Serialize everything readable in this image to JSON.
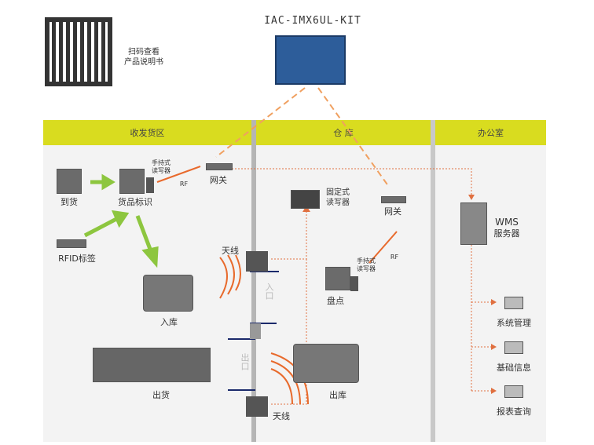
{
  "qr": {
    "caption_line1": "扫码查看",
    "caption_line2": "产品说明书"
  },
  "product": {
    "title": "IAC-IMX6UL-KIT"
  },
  "zones": [
    {
      "label": "收发货区"
    },
    {
      "label": "仓 库"
    },
    {
      "label": "办公室"
    }
  ],
  "receiving": {
    "arrival": "到货",
    "tagging": "货品标识",
    "rfid_tag": "RFID标签",
    "handheld_l1": "手持式",
    "handheld_l2": "读写器",
    "rf": "RF",
    "gateway": "网关",
    "antenna": "天线",
    "inbound": "入库",
    "shipping": "出货",
    "entrance": "入口",
    "exit": "出口"
  },
  "warehouse": {
    "fixed_l1": "固定式",
    "fixed_l2": "读写器",
    "gateway": "网关",
    "handheld_l1": "手持式",
    "handheld_l2": "读写器",
    "rf": "RF",
    "inventory": "盘点",
    "outbound": "出库",
    "antenna": "天线"
  },
  "office": {
    "server_l1": "WMS",
    "server_l2": "服务器",
    "clients": [
      "系统管理",
      "基础信息",
      "报表查询"
    ]
  },
  "colors": {
    "zone_header": "#d9dc1f",
    "green_arrow": "#8dc63f",
    "orange_link": "#f0a060",
    "dotted_link": "#e07040"
  }
}
